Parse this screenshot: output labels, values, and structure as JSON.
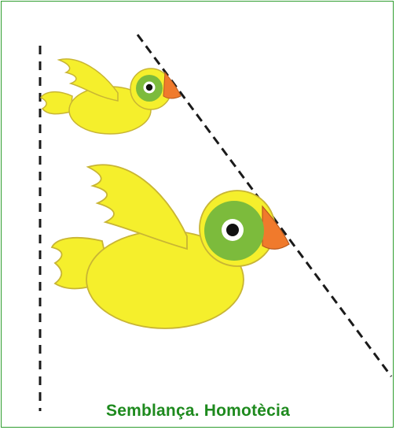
{
  "caption": "Semblança. Homotècia",
  "colors": {
    "frame": "#2f9e2f",
    "caption": "#1e8a1e",
    "bird_body": "#f5ef2c",
    "bird_outline": "#c8b534",
    "eye_ring": "#7cbb3c",
    "beak": "#f07a2c",
    "dashed_line": "#1a1a1a"
  },
  "figures": [
    {
      "name": "small-bird",
      "facing": "right"
    },
    {
      "name": "large-bird",
      "facing": "right"
    }
  ]
}
